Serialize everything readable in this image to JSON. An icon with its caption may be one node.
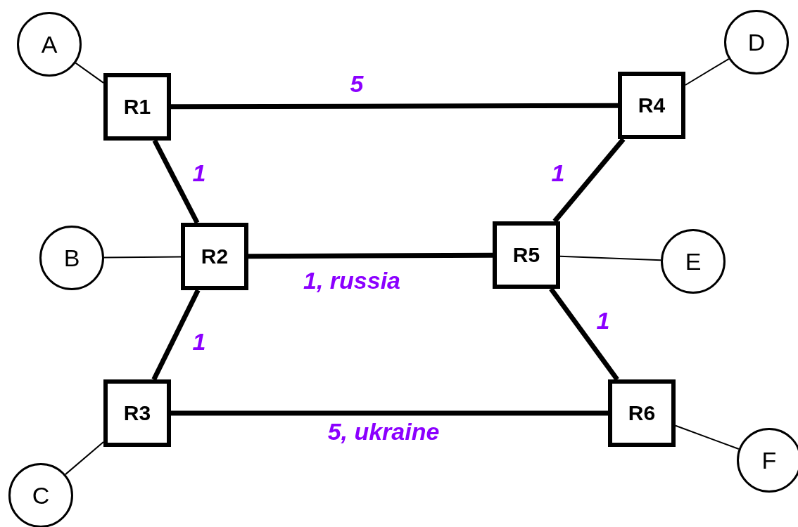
{
  "diagram": {
    "nodes": [
      {
        "text": [
          "A"
        ]
      },
      {
        "text": [
          "D"
        ]
      },
      {
        "text": [
          "R1"
        ]
      },
      {
        "text": [
          "R4"
        ]
      },
      {
        "text": [
          "B"
        ]
      },
      {
        "text": [
          "R2"
        ]
      },
      {
        "text": [
          "R5"
        ]
      },
      {
        "text": [
          "E"
        ]
      },
      {
        "text": [
          "R3"
        ]
      },
      {
        "text": [
          "R6"
        ]
      },
      {
        "text": [
          "C"
        ]
      },
      {
        "text": [
          "F"
        ]
      }
    ],
    "edges": [
      {
        "from": 0,
        "to": 2,
        "arrow": "none"
      },
      {
        "from": 2,
        "to": 3,
        "arrow": "none",
        "label": "5"
      },
      {
        "from": 1,
        "to": 3,
        "arrow": "none"
      },
      {
        "from": 2,
        "to": 5,
        "arrow": "none",
        "label": "1"
      },
      {
        "from": 3,
        "to": 6,
        "arrow": "none",
        "label": "1"
      },
      {
        "from": 4,
        "to": 5,
        "arrow": "none"
      },
      {
        "from": 5,
        "to": 6,
        "arrow": "none",
        "label": "1, russia"
      },
      {
        "from": 6,
        "to": 7,
        "arrow": "none"
      },
      {
        "from": 5,
        "to": 8,
        "arrow": "none",
        "label": "1"
      },
      {
        "from": 6,
        "to": 9,
        "arrow": "none",
        "label": "1"
      },
      {
        "from": 8,
        "to": 9,
        "arrow": "none",
        "label": "5, ukraine"
      },
      {
        "from": 10,
        "to": 8,
        "arrow": "none"
      },
      {
        "from": 9,
        "to": 11,
        "arrow": "none"
      }
    ]
  }
}
